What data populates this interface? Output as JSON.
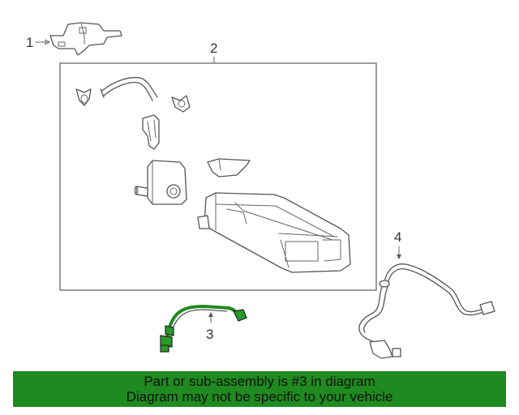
{
  "callouts": {
    "c1": "1",
    "c2": "2",
    "c3": "3",
    "c4": "4"
  },
  "banner": {
    "line1": "Part or sub-assembly is #3 in diagram",
    "line2": "Diagram may not be specific to your vehicle"
  },
  "colors": {
    "highlight": "#1f8a1f",
    "banner_bg": "#1f8a1f",
    "line": "#555555",
    "box_border": "#666666"
  }
}
